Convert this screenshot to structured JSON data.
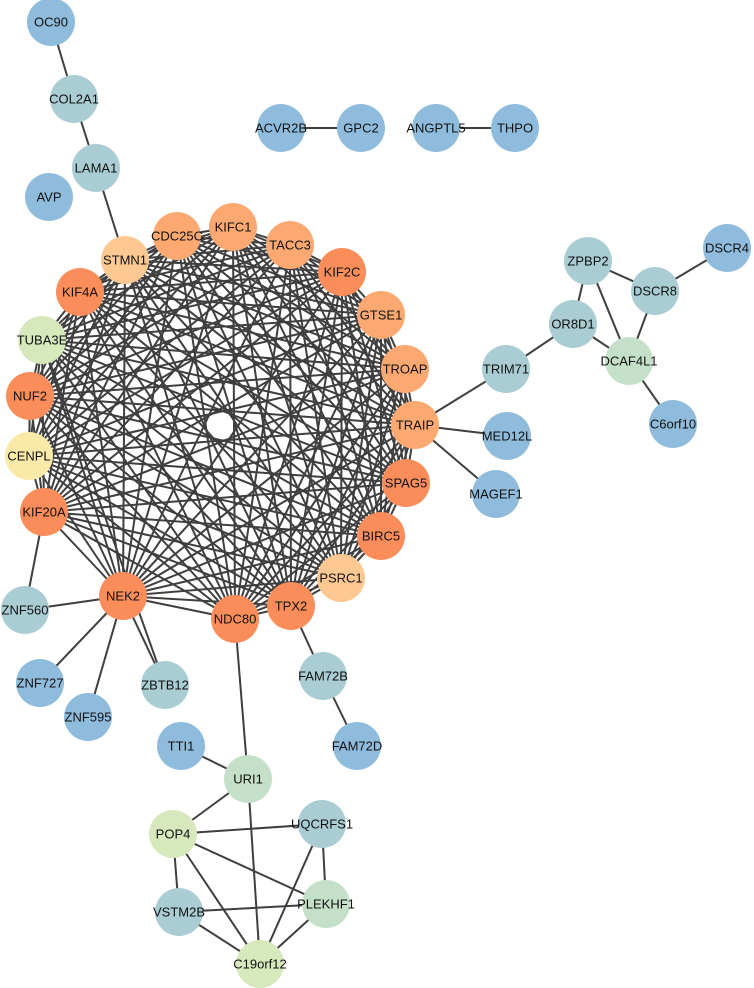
{
  "colors": {
    "blue": "#8fbcdc",
    "teal": "#a9cdd3",
    "mint": "#c5e0c8",
    "lime": "#d6e8bc",
    "yellow": "#fbe9a8",
    "peach": "#fdc891",
    "lightorange": "#fca971",
    "orange": "#fa8d5a",
    "edge": "#3f3f3f"
  },
  "nodes": [
    {
      "id": "OC90",
      "label": "OC90",
      "color": "blue"
    },
    {
      "id": "COL2A1",
      "label": "COL2A1",
      "color": "teal"
    },
    {
      "id": "LAMA1",
      "label": "LAMA1",
      "color": "teal"
    },
    {
      "id": "AVP",
      "label": "AVP",
      "color": "blue"
    },
    {
      "id": "STMN1",
      "label": "STMN1",
      "color": "peach"
    },
    {
      "id": "CDC25C",
      "label": "CDC25C",
      "color": "lightorange"
    },
    {
      "id": "KIFC1",
      "label": "KIFC1",
      "color": "lightorange"
    },
    {
      "id": "TACC3",
      "label": "TACC3",
      "color": "lightorange"
    },
    {
      "id": "KIF2C",
      "label": "KIF2C",
      "color": "orange"
    },
    {
      "id": "GTSE1",
      "label": "GTSE1",
      "color": "lightorange"
    },
    {
      "id": "TROAP",
      "label": "TROAP",
      "color": "lightorange"
    },
    {
      "id": "TRAIP",
      "label": "TRAIP",
      "color": "lightorange"
    },
    {
      "id": "SPAG5",
      "label": "SPAG5",
      "color": "orange"
    },
    {
      "id": "BIRC5",
      "label": "BIRC5",
      "color": "orange"
    },
    {
      "id": "PSRC1",
      "label": "PSRC1",
      "color": "peach"
    },
    {
      "id": "TPX2",
      "label": "TPX2",
      "color": "orange"
    },
    {
      "id": "NDC80",
      "label": "NDC80",
      "color": "orange"
    },
    {
      "id": "NEK2",
      "label": "NEK2",
      "color": "orange"
    },
    {
      "id": "KIF20A",
      "label": "KIF20A",
      "color": "orange"
    },
    {
      "id": "CENPL",
      "label": "CENPL",
      "color": "yellow"
    },
    {
      "id": "NUF2",
      "label": "NUF2",
      "color": "orange"
    },
    {
      "id": "TUBA3E",
      "label": "TUBA3E",
      "color": "lime"
    },
    {
      "id": "KIF4A",
      "label": "KIF4A",
      "color": "orange"
    },
    {
      "id": "ACVR2B",
      "label": "ACVR2B",
      "color": "blue"
    },
    {
      "id": "GPC2",
      "label": "GPC2",
      "color": "blue"
    },
    {
      "id": "ANGPTL5",
      "label": "ANGPTL5",
      "color": "blue"
    },
    {
      "id": "THPO",
      "label": "THPO",
      "color": "blue"
    },
    {
      "id": "ZPBP2",
      "label": "ZPBP2",
      "color": "teal"
    },
    {
      "id": "DSCR8",
      "label": "DSCR8",
      "color": "teal"
    },
    {
      "id": "DSCR4",
      "label": "DSCR4",
      "color": "blue"
    },
    {
      "id": "OR8D1",
      "label": "OR8D1",
      "color": "teal"
    },
    {
      "id": "DCAF4L1",
      "label": "DCAF4L1",
      "color": "mint"
    },
    {
      "id": "C6orf10",
      "label": "C6orf10",
      "color": "blue"
    },
    {
      "id": "TRIM71",
      "label": "TRIM71",
      "color": "teal"
    },
    {
      "id": "MED12L",
      "label": "MED12L",
      "color": "blue"
    },
    {
      "id": "MAGEF1",
      "label": "MAGEF1",
      "color": "blue"
    },
    {
      "id": "ZNF560",
      "label": "ZNF560",
      "color": "teal"
    },
    {
      "id": "ZNF727",
      "label": "ZNF727",
      "color": "blue"
    },
    {
      "id": "ZNF595",
      "label": "ZNF595",
      "color": "blue"
    },
    {
      "id": "ZBTB12",
      "label": "ZBTB12",
      "color": "teal"
    },
    {
      "id": "FAM72B",
      "label": "FAM72B",
      "color": "teal"
    },
    {
      "id": "FAM72D",
      "label": "FAM72D",
      "color": "blue"
    },
    {
      "id": "TTI1",
      "label": "TTI1",
      "color": "blue"
    },
    {
      "id": "URI1",
      "label": "URI1",
      "color": "mint"
    },
    {
      "id": "POP4",
      "label": "POP4",
      "color": "lime"
    },
    {
      "id": "UQCRFS1",
      "label": "UQCRFS1",
      "color": "teal"
    },
    {
      "id": "VSTM2B",
      "label": "VSTM2B",
      "color": "teal"
    },
    {
      "id": "PLEKHF1",
      "label": "PLEKHF1",
      "color": "mint"
    },
    {
      "id": "C19orf12",
      "label": "C19orf12",
      "color": "lime"
    }
  ],
  "edges": [
    [
      "OC90",
      "COL2A1"
    ],
    [
      "COL2A1",
      "LAMA1"
    ],
    [
      "LAMA1",
      "STMN1"
    ],
    [
      "ACVR2B",
      "GPC2"
    ],
    [
      "ANGPTL5",
      "THPO"
    ],
    [
      "ZPBP2",
      "DSCR8"
    ],
    [
      "ZPBP2",
      "OR8D1"
    ],
    [
      "ZPBP2",
      "DCAF4L1"
    ],
    [
      "DSCR8",
      "DSCR4"
    ],
    [
      "DSCR8",
      "DCAF4L1"
    ],
    [
      "OR8D1",
      "DCAF4L1"
    ],
    [
      "DCAF4L1",
      "C6orf10"
    ],
    [
      "OR8D1",
      "TRIM71"
    ],
    [
      "TRIM71",
      "TRAIP"
    ],
    [
      "TRAIP",
      "MED12L"
    ],
    [
      "TRAIP",
      "MAGEF1"
    ],
    [
      "KIF20A",
      "ZNF560"
    ],
    [
      "NEK2",
      "ZNF560"
    ],
    [
      "NEK2",
      "ZNF727"
    ],
    [
      "NEK2",
      "ZNF595"
    ],
    [
      "NEK2",
      "ZBTB12"
    ],
    [
      "TUBA3E",
      "ZBTB12"
    ],
    [
      "TPX2",
      "FAM72B"
    ],
    [
      "FAM72B",
      "FAM72D"
    ],
    [
      "NDC80",
      "URI1"
    ],
    [
      "TTI1",
      "URI1"
    ],
    [
      "URI1",
      "POP4"
    ],
    [
      "URI1",
      "C19orf12"
    ],
    [
      "POP4",
      "UQCRFS1"
    ],
    [
      "POP4",
      "VSTM2B"
    ],
    [
      "POP4",
      "PLEKHF1"
    ],
    [
      "POP4",
      "C19orf12"
    ],
    [
      "UQCRFS1",
      "PLEKHF1"
    ],
    [
      "UQCRFS1",
      "C19orf12"
    ],
    [
      "VSTM2B",
      "PLEKHF1"
    ],
    [
      "VSTM2B",
      "C19orf12"
    ],
    [
      "PLEKHF1",
      "C19orf12"
    ]
  ],
  "clique": [
    "STMN1",
    "CDC25C",
    "KIFC1",
    "TACC3",
    "KIF2C",
    "GTSE1",
    "TROAP",
    "TRAIP",
    "SPAG5",
    "BIRC5",
    "PSRC1",
    "TPX2",
    "NDC80",
    "NEK2",
    "KIF20A",
    "CENPL",
    "NUF2",
    "TUBA3E",
    "KIF4A"
  ]
}
